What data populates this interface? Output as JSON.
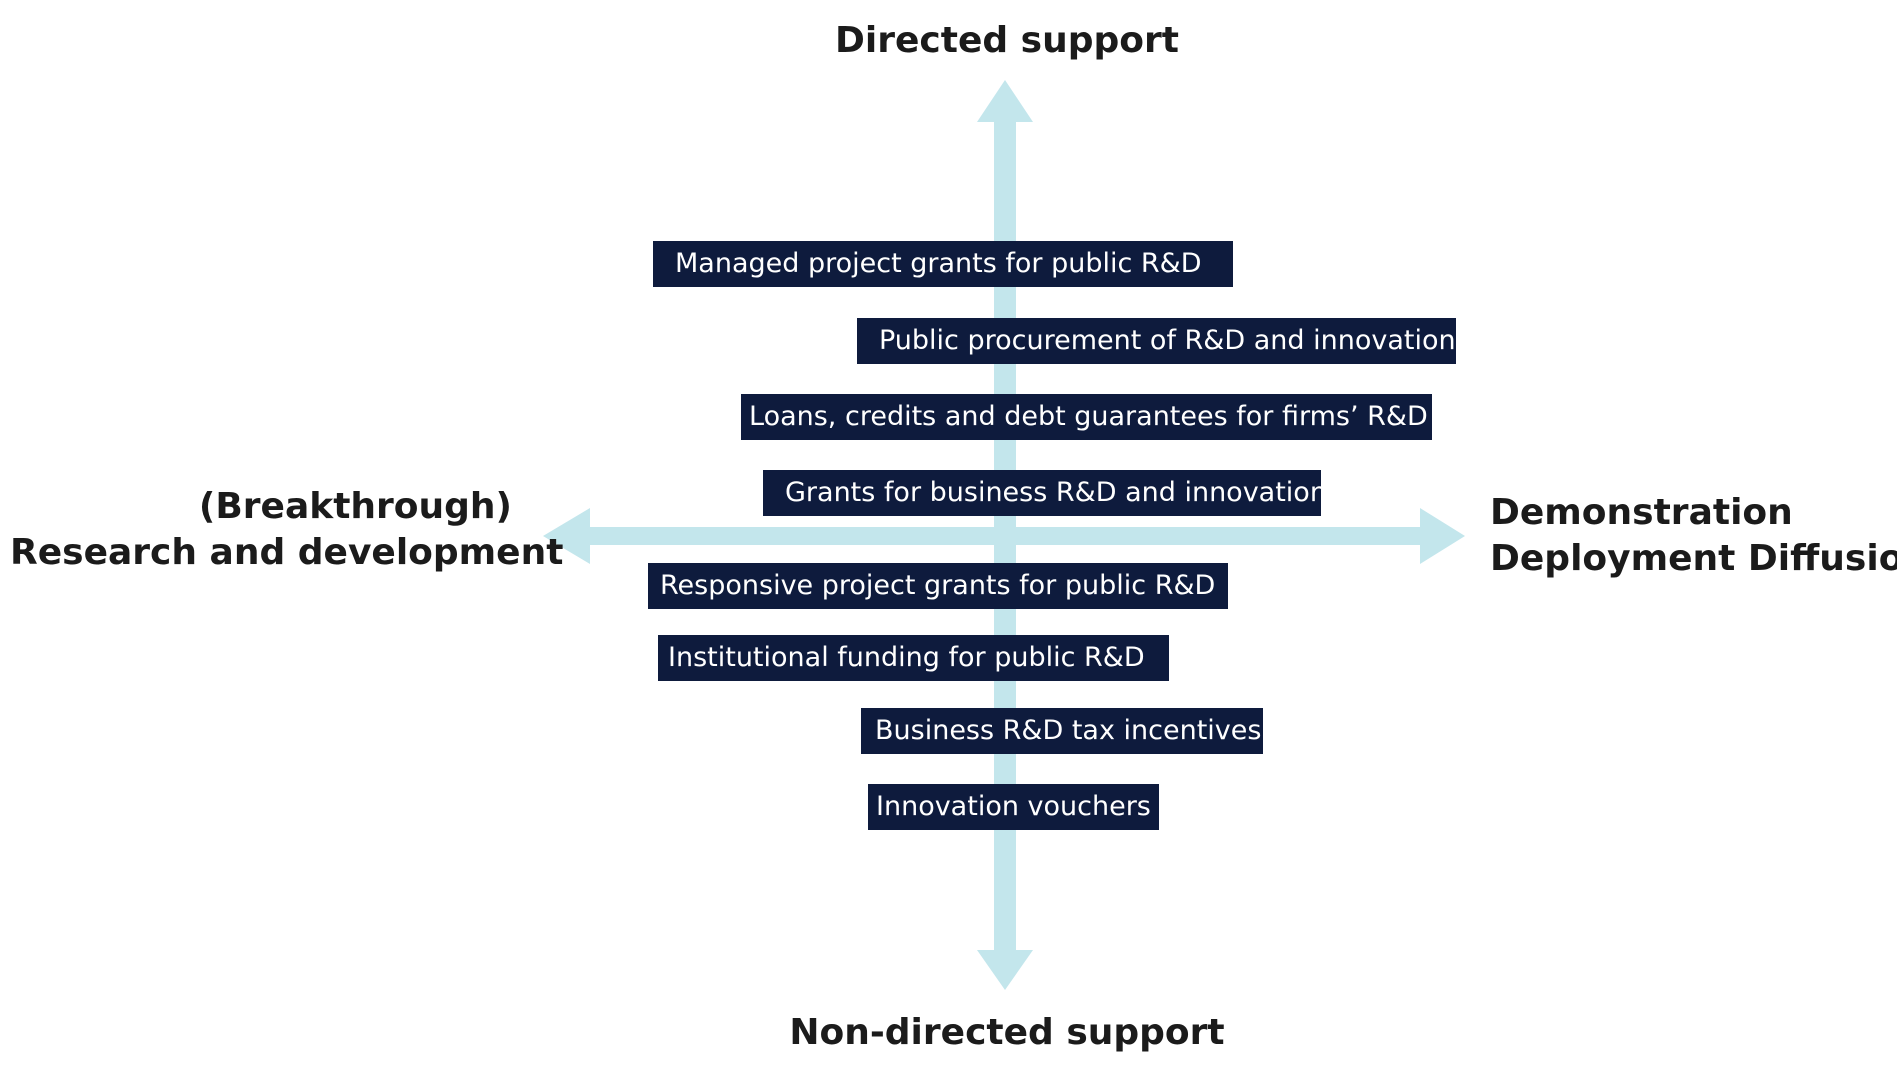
{
  "axes": {
    "top": "Directed support",
    "bottom": "Non-directed support",
    "left_line1": "(Breakthrough)",
    "left_line2": "Research and development",
    "right_line1": "Demonstration",
    "right_line2": "Deployment Diffusion"
  },
  "instruments": [
    "Managed project grants for public R&D",
    "Public procurement of R&D and innovation",
    "Loans, credits and debt guarantees for firms’ R&D",
    "Grants for business R&D and innovation",
    "Responsive project grants for public R&D",
    "Institutional funding for public R&D",
    "Business R&D tax incentives",
    "Innovation vouchers"
  ],
  "colors": {
    "arrow": "#c3e6ec",
    "box": "#0e1b3d",
    "box_text": "#ffffff",
    "axis_text": "#1b1b1b"
  }
}
